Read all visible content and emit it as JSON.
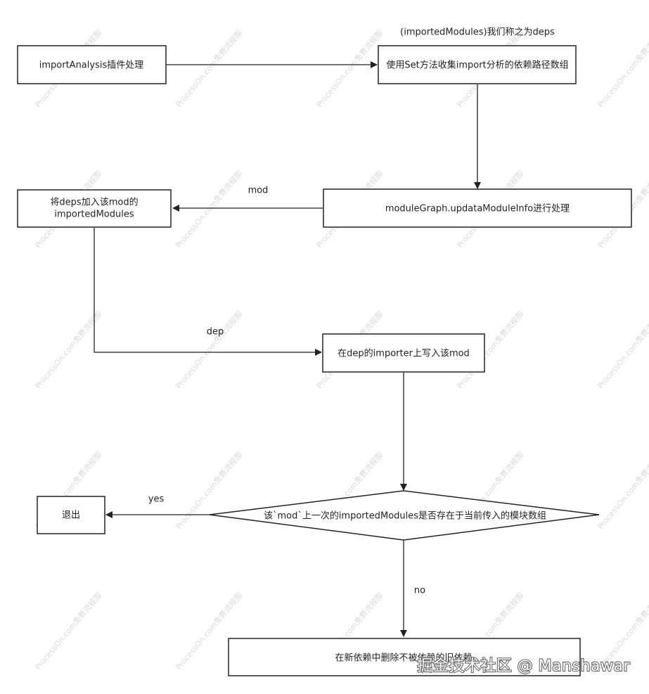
{
  "diagram": {
    "nodes": {
      "import_analysis": "importAnalysis插件处理",
      "collect_set": "使用Set方法收集import分析的依赖路径数组",
      "update_module_info": "moduleGraph.updataModuleInfo进行处理",
      "add_deps_line1": "将deps加入该mod的",
      "add_deps_line2": "importedModules",
      "write_importer": "在dep的importer上写入该mod",
      "decision": "该`mod`上一次的importedModules是否存在于当前传入的模块数组",
      "exit": "退出",
      "delete_old": "在新依赖中删除不被依赖的旧依赖"
    },
    "annotations": {
      "deps_note": "(importedModules)我们称之为deps"
    },
    "edge_labels": {
      "mod": "mod",
      "dep": "dep",
      "yes": "yes",
      "no": "no"
    }
  },
  "watermark": {
    "text": "ProcessOn.com免费流程图"
  },
  "credit": {
    "text": "掘金技术社区 @ Manshawar"
  }
}
